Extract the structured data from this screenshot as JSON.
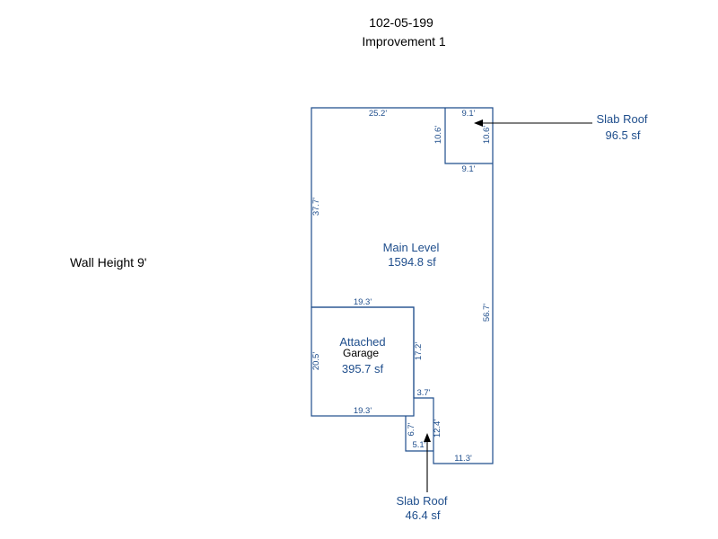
{
  "header": {
    "parcel": "102-05-199",
    "improvement": "Improvement 1"
  },
  "wall_height": "Wall Height 9'",
  "areas": {
    "main": {
      "name": "Main Level",
      "size": "1594.8 sf"
    },
    "garage": {
      "name_line1": "Attached",
      "name_line2": "Garage",
      "size": "395.7 sf"
    },
    "slab_top": {
      "name": "Slab Roof",
      "size": "96.5 sf"
    },
    "slab_bottom": {
      "name": "Slab Roof",
      "size": "46.4 sf"
    }
  },
  "dims": {
    "top_main": "25.2'",
    "slab_top_width": "9.1'",
    "slab_top_height_left": "10.6'",
    "slab_top_height_right": "10.6'",
    "slab_top_bottom": "9.1'",
    "left_main": "37.7'",
    "right_main": "56.7'",
    "garage_top": "19.3'",
    "garage_left": "20.5'",
    "garage_right": "17.2'",
    "garage_bottom": "19.3'",
    "notch_top": "3.7'",
    "notch_left": "6.7'",
    "notch_right": "12.4'",
    "notch_bottom": "5.1'",
    "bottom_main": "11.3'"
  },
  "colors": {
    "line": "#1f4e8c",
    "text_blue": "#1f4e8c",
    "text_black": "#000000"
  }
}
